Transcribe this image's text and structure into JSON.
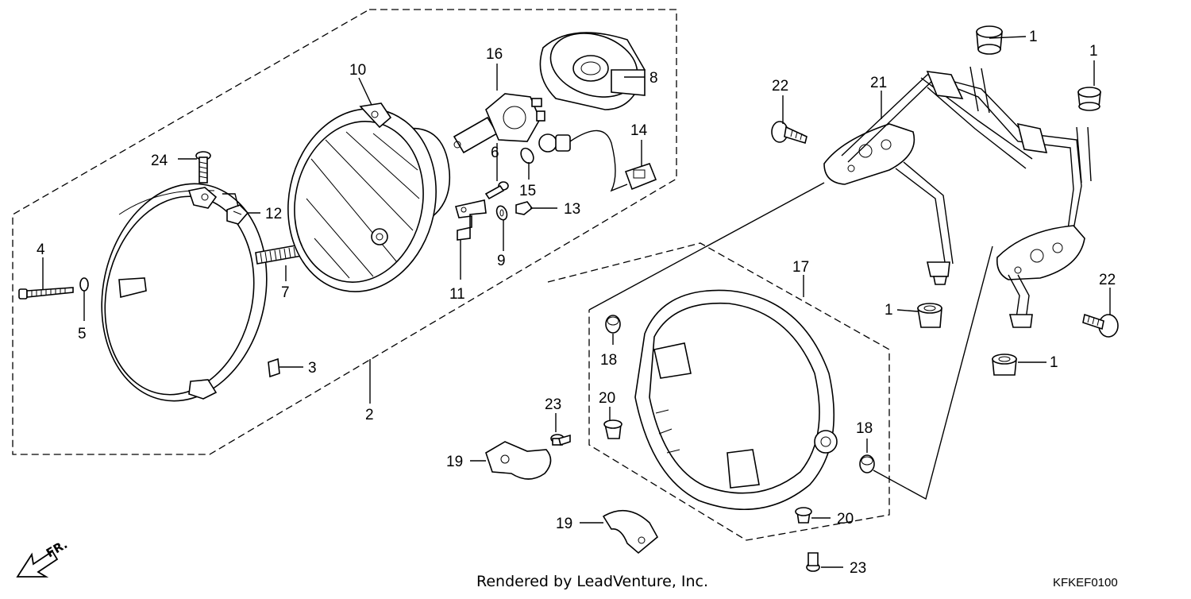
{
  "diagram": {
    "callouts": [
      {
        "id": "c1a",
        "label": "1"
      },
      {
        "id": "c1b",
        "label": "1"
      },
      {
        "id": "c1c",
        "label": "1"
      },
      {
        "id": "c1d",
        "label": "1"
      },
      {
        "id": "c2",
        "label": "2"
      },
      {
        "id": "c3",
        "label": "3"
      },
      {
        "id": "c4",
        "label": "4"
      },
      {
        "id": "c5",
        "label": "5"
      },
      {
        "id": "c6",
        "label": "6"
      },
      {
        "id": "c7",
        "label": "7"
      },
      {
        "id": "c8",
        "label": "8"
      },
      {
        "id": "c9",
        "label": "9"
      },
      {
        "id": "c10",
        "label": "10"
      },
      {
        "id": "c11",
        "label": "11"
      },
      {
        "id": "c12",
        "label": "12"
      },
      {
        "id": "c13",
        "label": "13"
      },
      {
        "id": "c14",
        "label": "14"
      },
      {
        "id": "c15",
        "label": "15"
      },
      {
        "id": "c16",
        "label": "16"
      },
      {
        "id": "c17",
        "label": "17"
      },
      {
        "id": "c18a",
        "label": "18"
      },
      {
        "id": "c18b",
        "label": "18"
      },
      {
        "id": "c19a",
        "label": "19"
      },
      {
        "id": "c19b",
        "label": "19"
      },
      {
        "id": "c20a",
        "label": "20"
      },
      {
        "id": "c20b",
        "label": "20"
      },
      {
        "id": "c21",
        "label": "21"
      },
      {
        "id": "c22a",
        "label": "22"
      },
      {
        "id": "c22b",
        "label": "22"
      },
      {
        "id": "c23a",
        "label": "23"
      },
      {
        "id": "c23b",
        "label": "23"
      },
      {
        "id": "c24",
        "label": "24"
      }
    ],
    "front_marker": "FR.",
    "footer_credit": "Rendered by LeadVenture, Inc.",
    "diagram_code": "KFKEF0100"
  }
}
